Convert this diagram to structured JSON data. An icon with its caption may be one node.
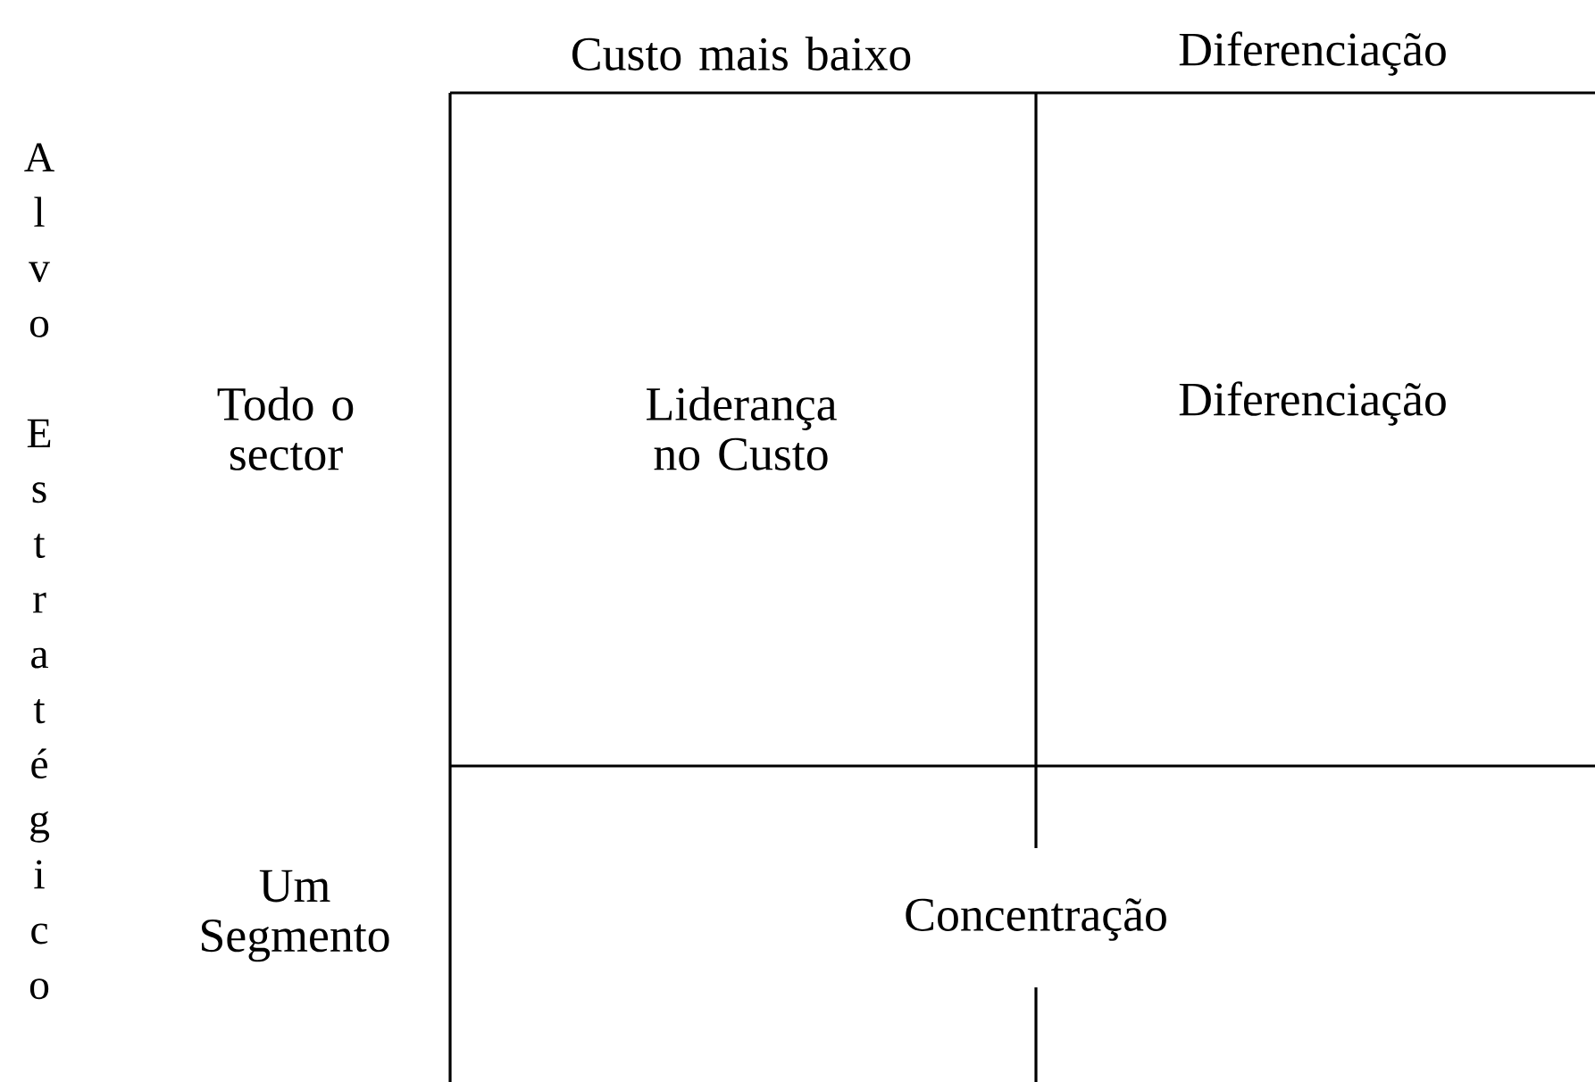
{
  "diagram": {
    "nodes": [
      {
        "text": [
          "Liderança no Custo"
        ]
      },
      {
        "text": [
          "Diferenciação"
        ]
      },
      {
        "text": [
          "Concentração"
        ]
      }
    ],
    "labels": [
      "Custo mais baixo",
      "Diferenciação",
      "Alvo Estratégico",
      "Todo o sector",
      "Um Segmento"
    ]
  }
}
